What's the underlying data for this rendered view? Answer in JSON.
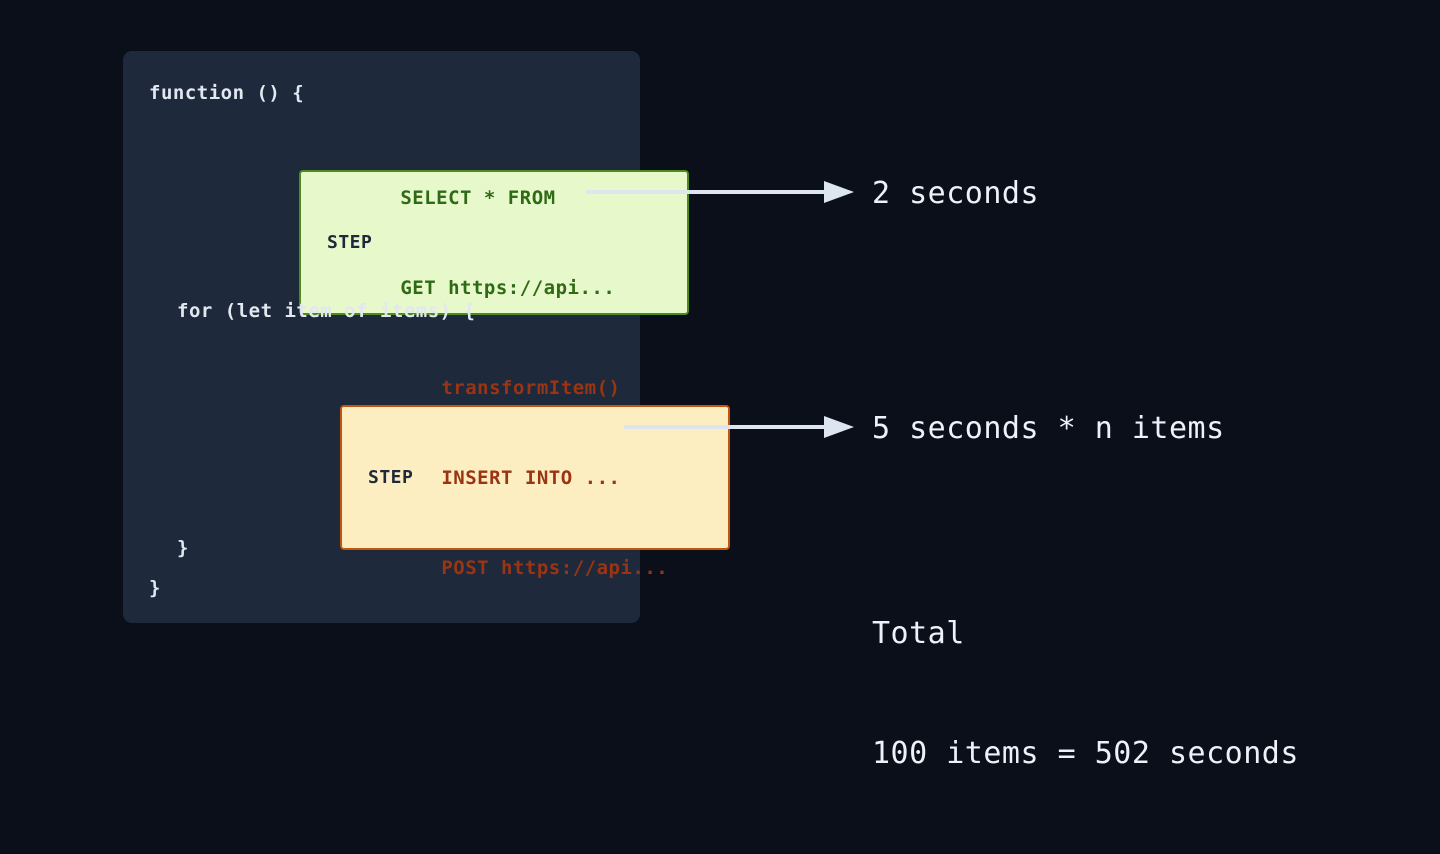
{
  "colors": {
    "page_background": "#0b0f1a",
    "panel_background": "#1e293b",
    "code_text": "#e2e8f0",
    "green_box_fill": "#e7f8cb",
    "green_box_border": "#4f8a20",
    "green_box_code": "#2f6b16",
    "orange_box_fill": "#fdeec2",
    "orange_box_border": "#c0560f",
    "orange_box_code": "#9a3412",
    "step_label": "#1e293b",
    "arrow": "#dde5f0",
    "annotation_text": "#eef2f8"
  },
  "code_panel": {
    "line_function": "function () {",
    "line_for": "for (let item of items) {",
    "line_close_inner": "}",
    "line_close_outer": "}",
    "steps": [
      {
        "variant": "green",
        "label": "STEP",
        "lines": [
          "SELECT * FROM",
          "GET https://api..."
        ]
      },
      {
        "variant": "orange",
        "label": "STEP",
        "lines": [
          "transformItem()",
          "INSERT INTO ...",
          "POST https://api..."
        ]
      }
    ]
  },
  "arrows": [
    {
      "name": "arrow-step-1-to-timing",
      "direction": "right"
    },
    {
      "name": "arrow-step-2-to-timing",
      "direction": "right"
    }
  ],
  "annotations": {
    "step_1_timing": "2 seconds",
    "step_2_timing": "5 seconds * n items",
    "total": {
      "title": "Total",
      "value": "100 items = 502 seconds"
    }
  }
}
